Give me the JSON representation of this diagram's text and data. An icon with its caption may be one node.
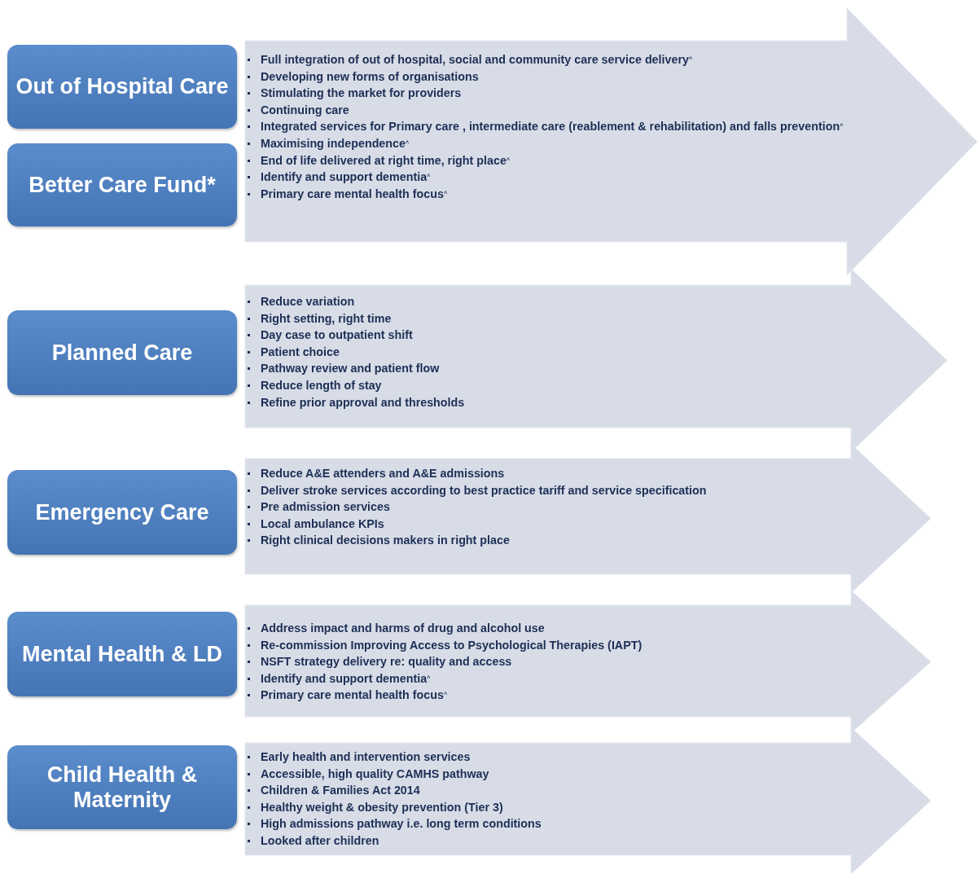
{
  "diagram": {
    "nodes": [
      {
        "text": [
          "Out of Hospital Care"
        ]
      },
      {
        "text": [
          "Better Care Fund*"
        ]
      },
      {
        "text": [
          "Full integration of out of hospital, social and community care service delivery$^{^}$",
          "Developing new forms of organisations",
          "Stimulating the market for providers",
          "Continuing care",
          "Integrated services for Primary care , intermediate care (reablement & rehabilitation) and falls prevention$^{^}$",
          "Maximising independence$^{^}$",
          "End of life delivered at right time, right place$^{^}$",
          "Identify and support dementia$^{^}$",
          "Primary care mental health focus$^{^}$"
        ]
      },
      {
        "text": [
          "Planned Care"
        ]
      },
      {
        "text": [
          "Reduce variation",
          "Right setting, right time",
          "Day case to outpatient shift",
          "Patient choice",
          "Pathway review and patient flow",
          "Reduce length of stay",
          "Refine prior approval and thresholds"
        ]
      },
      {
        "text": [
          "Emergency Care"
        ]
      },
      {
        "text": [
          "Reduce A&E attenders and A&E admissions",
          "Deliver stroke services according to best practice tariff and service specification",
          "Pre admission services",
          "Local ambulance KPIs",
          "Right clinical decisions makers in right place"
        ]
      },
      {
        "text": [
          "Mental Health & LD"
        ]
      },
      {
        "text": [
          "Address impact and harms of drug and alcohol use",
          "Re-commission Improving Access to Psychological Therapies (IAPT)",
          "NSFT strategy delivery re: quality and access",
          "Identify and support dementia$^{^}$",
          "Primary care mental health focus$^{^}$"
        ]
      },
      {
        "text": [
          "Child Health & Maternity"
        ]
      },
      {
        "text": [
          "Early health and intervention services",
          "Accessible, high quality CAMHS pathway",
          "Children & Families Act 2014",
          "Healthy weight & obesity prevention (Tier 3)",
          "High admissions pathway i.e. long term conditions",
          "Looked after children"
        ]
      }
    ],
    "edges": []
  }
}
